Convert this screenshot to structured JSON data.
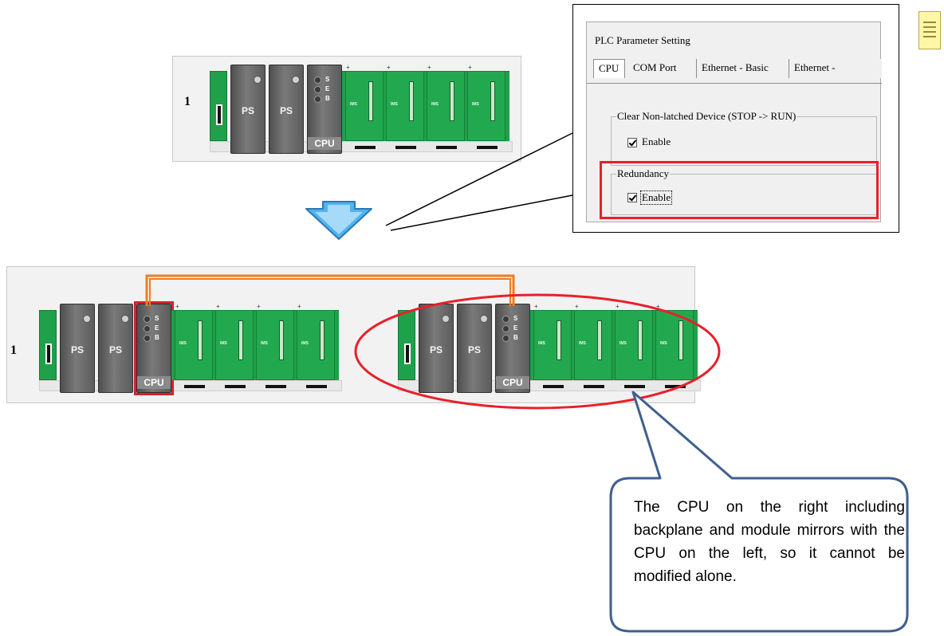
{
  "rack": {
    "row_label": "1",
    "power_module_label": "PS",
    "cpu_label": "CPU",
    "cpu_leds": [
      "S",
      "E",
      "B"
    ],
    "io_module_tag": "IMS",
    "io_slot_count": 4
  },
  "dialog": {
    "title": "PLC Parameter Setting",
    "tabs": [
      "CPU",
      "COM Port",
      "Ethernet - Basic",
      "Ethernet -"
    ],
    "active_tab": "CPU",
    "clear_group": {
      "legend": "Clear Non-latched Device (STOP -> RUN)",
      "checkbox_label": "Enable",
      "checked": true
    },
    "redundancy_group": {
      "legend": "Redundancy",
      "checkbox_label": "Enable",
      "checked": true
    }
  },
  "callout": {
    "text": "The CPU on the right including backplane and module mirrors with the CPU on the left, so it cannot be modified alone."
  },
  "colors": {
    "backplane_green": "#1fa04a",
    "highlight_red": "#e8202a",
    "cable_orange": "#f07d1e",
    "arrow_blue": "#4fb3f2",
    "bubble_border": "#3f5f8f"
  },
  "icons": {
    "down_arrow": "arrow-down-icon",
    "note": "note-icon"
  }
}
